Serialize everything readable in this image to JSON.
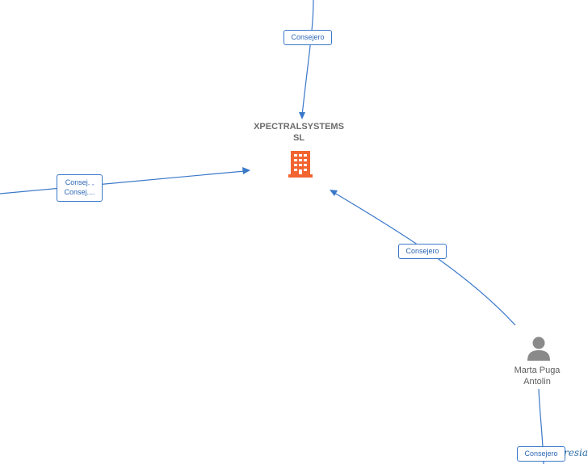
{
  "nodes": {
    "company": {
      "name_line1": "XPECTRALSYSTEMS",
      "name_line2": "SL",
      "icon": "building-icon",
      "icon_color": "#f26430"
    },
    "person": {
      "name_line1": "Marta Puga",
      "name_line2": "Antolin",
      "icon": "person-icon",
      "icon_color": "#8a8a8a"
    }
  },
  "edges": {
    "top": {
      "label": "Consejero"
    },
    "left": {
      "line1": "Consej. ,",
      "line2": "Consej...."
    },
    "right": {
      "label": "Consejero"
    },
    "bottom": {
      "label": "Consejero"
    }
  },
  "watermark": {
    "text": "resia"
  },
  "colors": {
    "edge": "#3a78c9",
    "company_icon": "#f26430",
    "person_icon": "#8a8a8a"
  }
}
